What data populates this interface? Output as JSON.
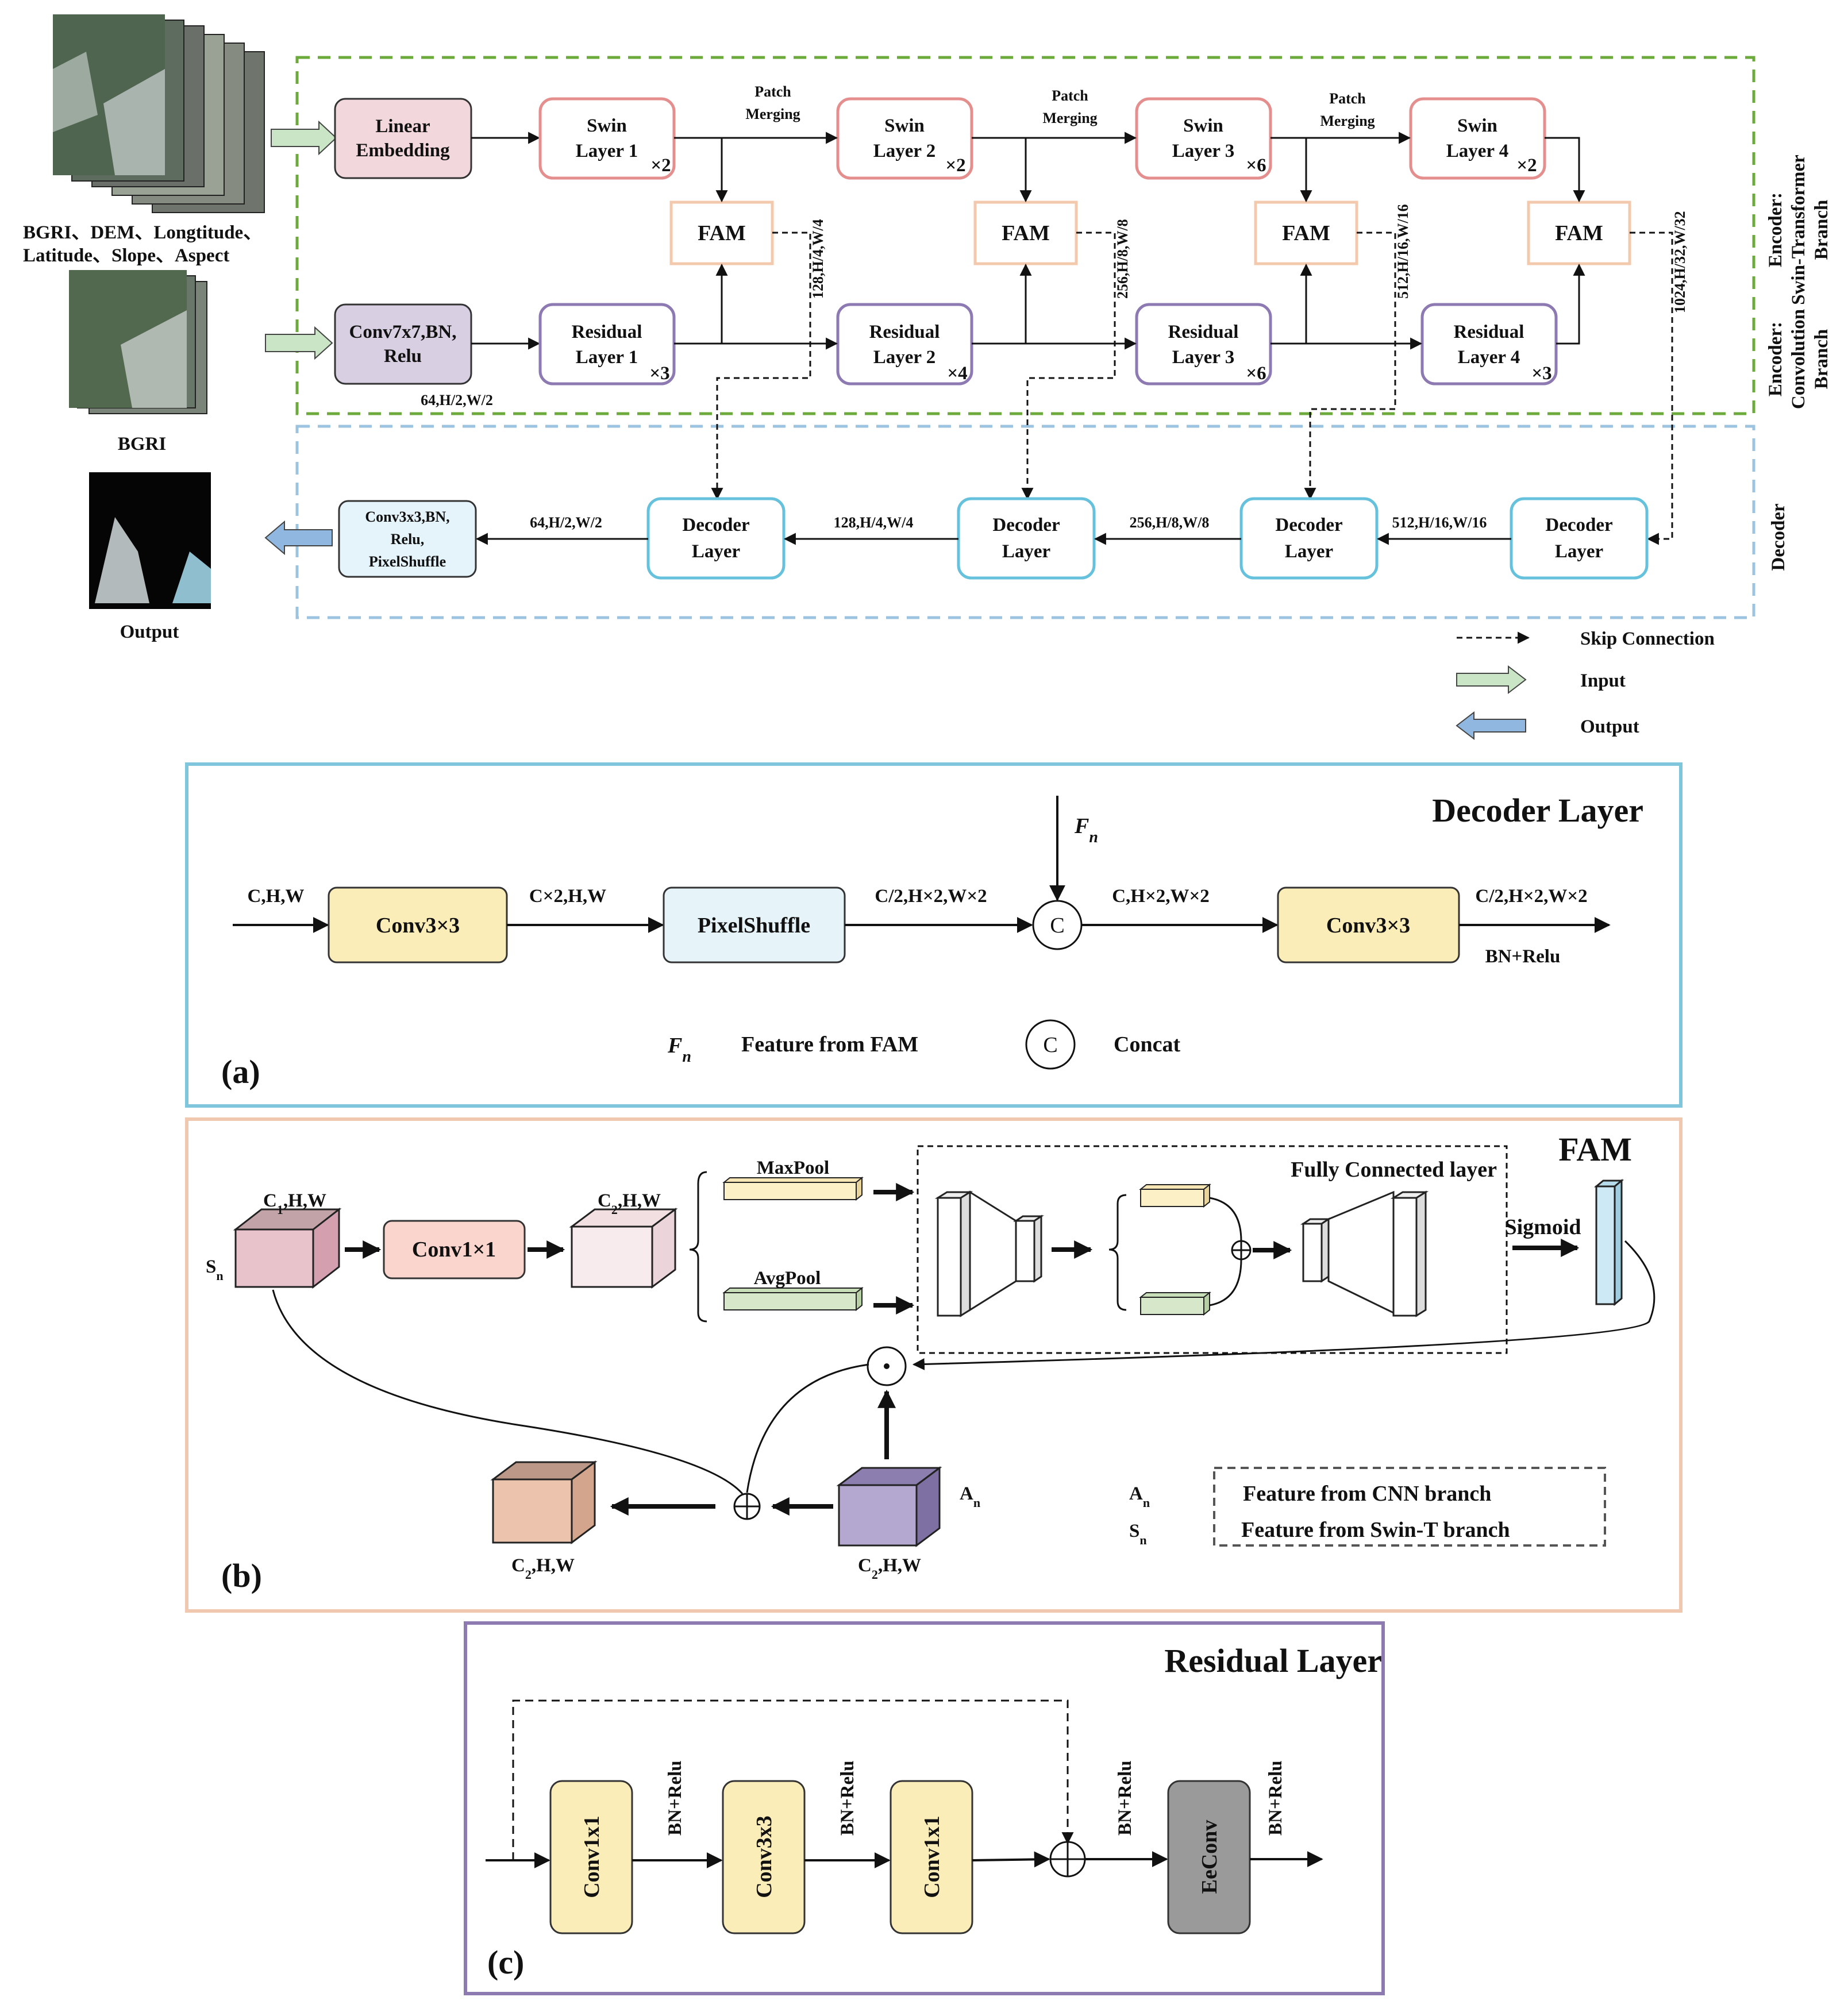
{
  "inputs": {
    "multi_caption_line1": "BGRI、DEM、Longtitude、",
    "multi_caption_line2": "Latitude、Slope、Aspect",
    "bgri_caption": "BGRI",
    "output_caption": "Output"
  },
  "encoder": {
    "linear_embedding": [
      "Linear",
      "Embedding"
    ],
    "conv7": [
      "Conv7x7,BN,",
      "Relu"
    ],
    "conv7_dim": "64,H/2,W/2",
    "swin_layers": [
      {
        "l1": "Swin",
        "l2": "Layer 1",
        "mult": "×2"
      },
      {
        "l1": "Swin",
        "l2": "Layer 2",
        "mult": "×2"
      },
      {
        "l1": "Swin",
        "l2": "Layer 3",
        "mult": "×6"
      },
      {
        "l1": "Swin",
        "l2": "Layer 4",
        "mult": "×2"
      }
    ],
    "patch_merging": [
      "Patch",
      "Merging"
    ],
    "fam_label": "FAM",
    "residual_layers": [
      {
        "l1": "Residual",
        "l2": "Layer 1",
        "mult": "×3"
      },
      {
        "l1": "Residual",
        "l2": "Layer 2",
        "mult": "×4"
      },
      {
        "l1": "Residual",
        "l2": "Layer 3",
        "mult": "×6"
      },
      {
        "l1": "Residual",
        "l2": "Layer 4",
        "mult": "×3"
      }
    ],
    "skip_dims": [
      "128,H/4,W/4",
      "256,H/8,W/8",
      "512,H/16,W/16",
      "1024,H/32,W/32"
    ],
    "side_labels": {
      "swin": [
        "Encoder:",
        "Swin-Transformer",
        "Branch"
      ],
      "conv": [
        "Encoder:",
        "Convolution",
        "Branch"
      ],
      "decoder": "Decoder"
    }
  },
  "decoder": {
    "layer_label": [
      "Decoder",
      "Layer"
    ],
    "final_block": [
      "Conv3x3,BN,",
      "Relu,",
      "PixelShuffle"
    ],
    "dims": [
      "64,H/2,W/2",
      "128,H/4,W/4",
      "256,H/8,W/8",
      "512,H/16,W/16"
    ]
  },
  "legend": {
    "skip": "Skip Connection",
    "input": "Input",
    "output": "Output"
  },
  "panel_a": {
    "title": "Decoder Layer",
    "tag": "(a)",
    "fn_symbol": "F",
    "fn_sub": "n",
    "dims": [
      "C,H,W",
      "C×2,H,W",
      "C/2,H×2,W×2",
      "C,H×2,W×2",
      "C/2,H×2,W×2"
    ],
    "conv": "Conv3×3",
    "pixelshuffle": "PixelShuffle",
    "concat_symbol": "C",
    "bn_relu": "BN+Relu",
    "legend_fn": "Feature from FAM",
    "legend_concat": "Concat"
  },
  "panel_b": {
    "title": "FAM",
    "tag": "(b)",
    "c1": "C",
    "c1_sub": "1",
    "c2": "C",
    "c2_sub": "2",
    "hw_suffix": ",H,W",
    "s_label": "S",
    "a_label": "A",
    "sub_n": "n",
    "conv1": "Conv1×1",
    "maxpool": "MaxPool",
    "avgpool": "AvgPool",
    "fc": "Fully Connected layer",
    "sigmoid": "Sigmoid",
    "legend_a": "Feature from CNN branch",
    "legend_s": "Feature from Swin-T branch"
  },
  "panel_c": {
    "title": "Residual Layer",
    "tag": "(c)",
    "blocks": [
      "Conv1x1",
      "Conv3x3",
      "Conv1x1",
      "EeConv"
    ],
    "bn_relu": "BN+Relu"
  },
  "colors": {
    "swin": "#e58e8e",
    "residual": "#8d7ab2",
    "fam": "#f3c9ad",
    "decoder": "#65c1dc",
    "linear_fill": "#f2d8dc",
    "conv7_fill": "#d8cfe2",
    "final_fill": "#e5f4fa",
    "encoder_border": "#6caa3c",
    "decoder_border": "#9cc3df",
    "panel_a_border": "#7fc6dc",
    "panel_b_border": "#f0c8b0",
    "panel_c_border": "#8c7ab0",
    "conv_yellow": "#fbedb8",
    "pixelshuffle_fill": "#e6f3f9",
    "conv1_pink": "#f9d5cd",
    "eeconv": "#9a9a9a"
  }
}
